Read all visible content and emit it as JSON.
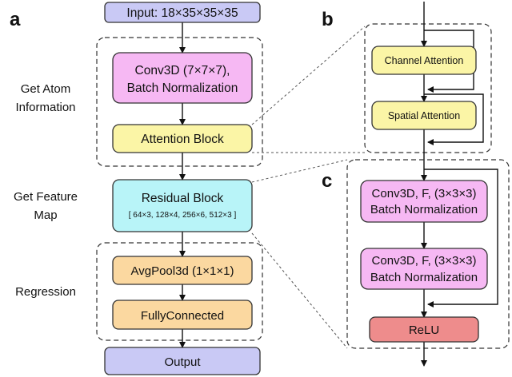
{
  "panels": {
    "a": "a",
    "b": "b",
    "c": "c"
  },
  "left_labels": {
    "atom_line1": "Get Atom",
    "atom_line2": "Information",
    "feature_line1": "Get Feature",
    "feature_line2": "Map",
    "regression": "Regression"
  },
  "main_flow": {
    "input": "Input: 18×35×35×35",
    "conv_line1": "Conv3D (7×7×7),",
    "conv_line2": "Batch Normalization",
    "attention": "Attention Block",
    "residual": "Residual Block",
    "residual_config": "[ 64×3, 128×4, 256×6, 512×3 ]",
    "avgpool": "AvgPool3d (1×1×1)",
    "fc": "FullyConnected",
    "output": "Output"
  },
  "attention_detail": {
    "channel": "Channel Attention",
    "spatial": "Spatial Attention"
  },
  "residual_detail": {
    "conv_line1": "Conv3D, F, (3×3×3)",
    "conv_line2": "Batch Normalization",
    "relu": "ReLU"
  },
  "colors": {
    "input_output": "#c9c9f5",
    "conv": "#f6b8f3",
    "attention": "#fbf5a6",
    "residual": "#b8f4f8",
    "regression": "#fbd8a0",
    "relu": "#ee8c8c"
  }
}
